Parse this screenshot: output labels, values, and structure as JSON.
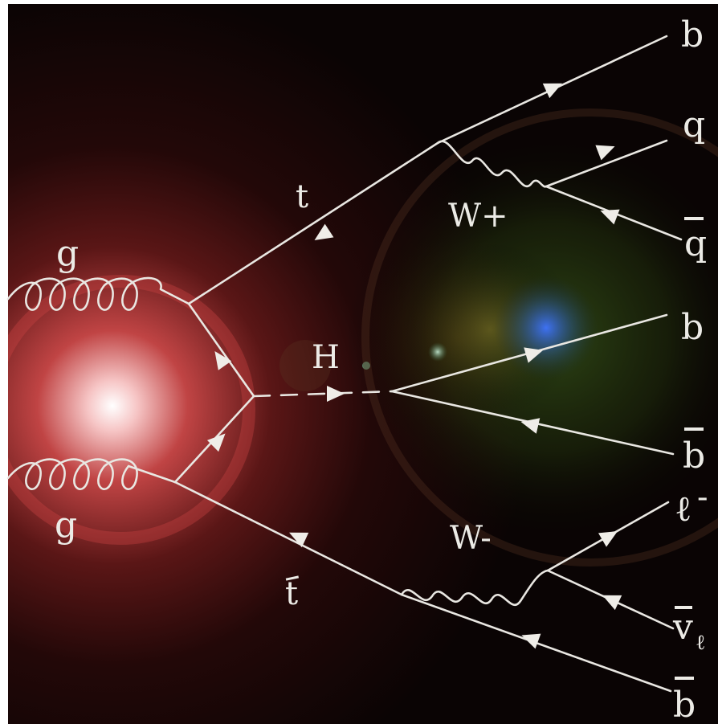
{
  "diagram": {
    "process": "gg → t t̄ H",
    "labels": {
      "gluon_top": "g",
      "gluon_bottom": "g",
      "top": "t",
      "antitop_t": "t",
      "higgs": "H",
      "w_plus": "W+",
      "w_minus": "W-",
      "b_top": "b",
      "q": "q",
      "qbar": "q",
      "b_higgs": "b",
      "bbar_higgs": "b",
      "lepton": "ℓ",
      "lepton_charge": "-",
      "neutrino": "v",
      "neutrino_sub": "ℓ",
      "bbar_bottom": "b"
    },
    "colors": {
      "background": "#0a0505",
      "glow_red": "#e24b4b",
      "lines": "#e9e7e2",
      "flare_blue": "#3c6cff",
      "flare_green": "#3d6a1a"
    }
  }
}
